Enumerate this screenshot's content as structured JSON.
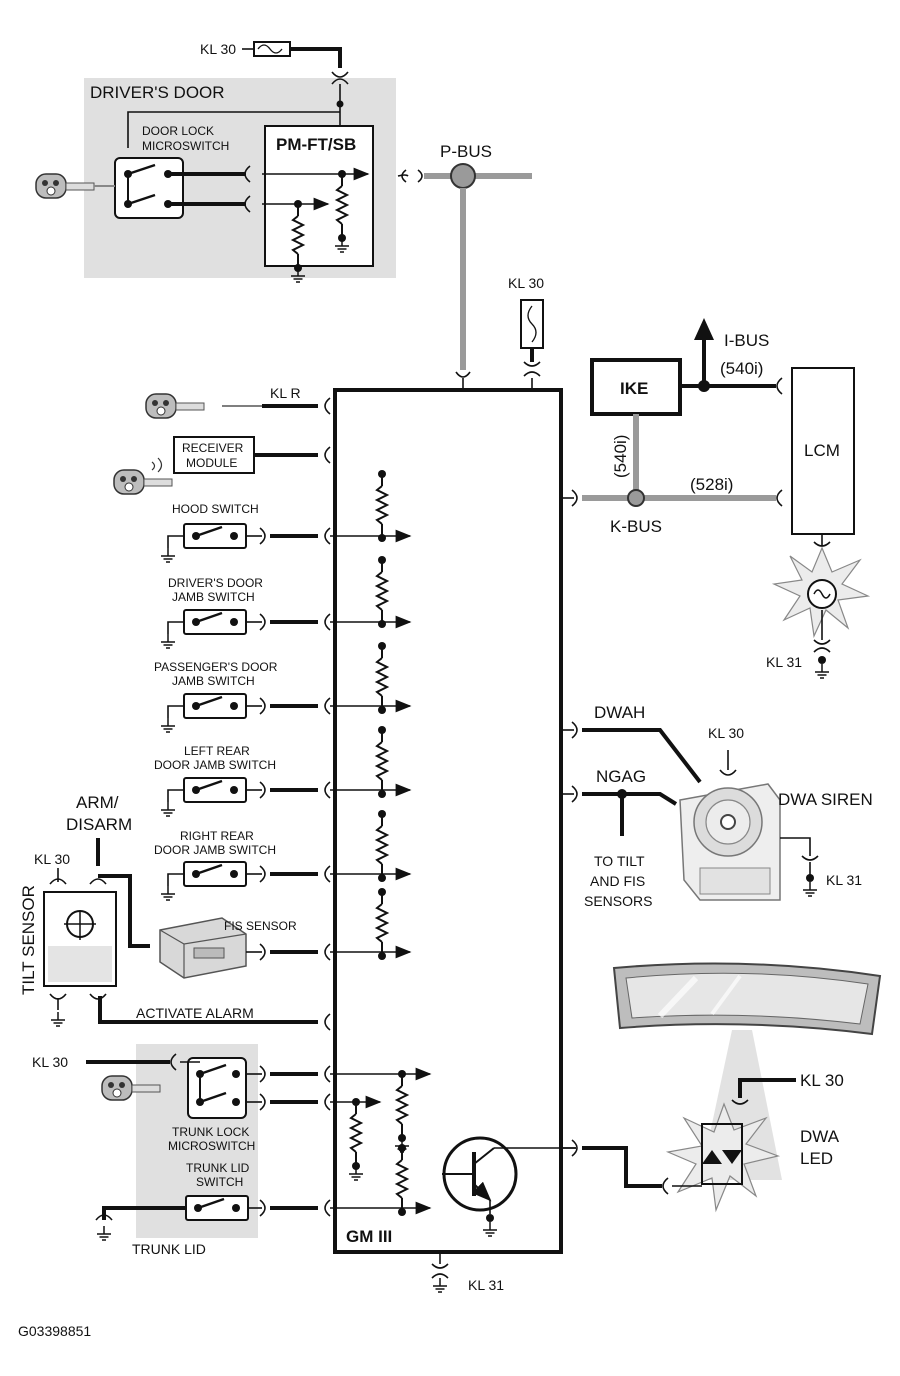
{
  "labels": {
    "kl30_top": "KL 30",
    "drivers_door": "DRIVER'S DOOR",
    "door_lock_1": "DOOR LOCK",
    "door_lock_2": "MICROSWITCH",
    "pm_ft_sb": "PM-FT/SB",
    "p_bus": "P-BUS",
    "kl30_gm": "KL 30",
    "kl_r": "KL R",
    "receiver_1": "RECEIVER",
    "receiver_2": "MODULE",
    "hood_switch": "HOOD SWITCH",
    "dd_jamb_1": "DRIVER'S DOOR",
    "dd_jamb_2": "JAMB SWITCH",
    "pd_jamb_1": "PASSENGER'S DOOR",
    "pd_jamb_2": "JAMB SWITCH",
    "lr_jamb_1": "LEFT REAR",
    "lr_jamb_2": "DOOR JAMB SWITCH",
    "rr_jamb_1": "RIGHT REAR",
    "rr_jamb_2": "DOOR JAMB SWITCH",
    "arm_1": "ARM/",
    "arm_2": "DISARM",
    "kl30_tilt": "KL 30",
    "tilt_sensor": "TILT SENSOR",
    "fis_sensor": "FIS SENSOR",
    "activate_alarm": "ACTIVATE ALARM",
    "kl30_trunk": "KL 30",
    "trunk_lock_1": "TRUNK LOCK",
    "trunk_lock_2": "MICROSWITCH",
    "trunk_lid_sw_1": "TRUNK LID",
    "trunk_lid_sw_2": "SWITCH",
    "trunk_lid": "TRUNK LID",
    "gm3": "GM III",
    "kl31_gm": "KL 31",
    "ike": "IKE",
    "i_bus": "I-BUS",
    "bus_540i_h": "(540i)",
    "bus_540i_v": "(540i)",
    "bus_528i": "(528i)",
    "k_bus": "K-BUS",
    "lcm": "LCM",
    "kl31_lcm": "KL 31",
    "dwah": "DWAH",
    "ngag": "NGAG",
    "kl30_siren": "KL 30",
    "dwa_siren": "DWA SIREN",
    "to_tilt_1": "TO TILT",
    "to_tilt_2": "AND FIS",
    "to_tilt_3": "SENSORS",
    "kl31_siren": "KL 31",
    "kl30_led": "KL 30",
    "dwa_led_1": "DWA",
    "dwa_led_2": "LED",
    "figure_id": "G03398851"
  },
  "icons": [
    "key-fob-icon",
    "fuse-icon",
    "ground-icon",
    "switch-icon",
    "resistor-icon",
    "siren-icon",
    "mirror-icon",
    "transistor-icon",
    "tilt-sensor-icon",
    "fis-sensor-icon",
    "lamp-icon",
    "led-icon"
  ]
}
